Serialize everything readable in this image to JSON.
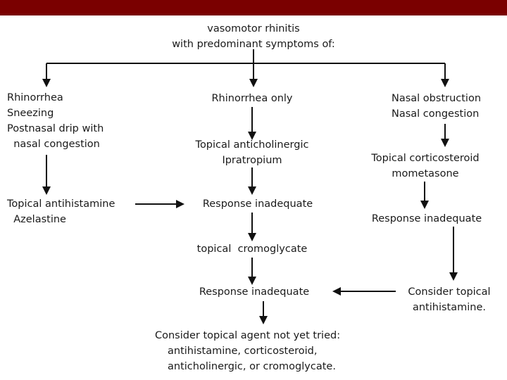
{
  "colors": {
    "header_bar": "#7a0000",
    "background": "#ffffff",
    "text": "#1a1a1a"
  },
  "root": {
    "lines": [
      "vasomotor rhinitis",
      "with predominant symptoms of:"
    ]
  },
  "left": {
    "symptoms": [
      "Rhinorrhea",
      "Sneezing",
      "Postnasal drip with",
      "  nasal congestion"
    ],
    "treatment": [
      "Topical antihistamine",
      "  Azelastine"
    ]
  },
  "middle": {
    "symptoms": [
      "Rhinorrhea only"
    ],
    "treatment1": [
      "Topical anticholinergic",
      "Ipratropium"
    ],
    "response1": "Response inadequate",
    "treatment2": "topical  cromoglycate",
    "response2": "Response inadequate",
    "final": [
      "Consider topical agent not yet tried:",
      "antihistamine, corticosteroid,",
      "anticholinergic, or cromoglycate."
    ]
  },
  "right": {
    "symptoms": [
      "Nasal obstruction",
      "Nasal congestion"
    ],
    "treatment1": [
      "Topical corticosteroid",
      "mometasone"
    ],
    "response1": "Response inadequate",
    "treatment2": [
      "Consider topical",
      "antihistamine."
    ]
  }
}
